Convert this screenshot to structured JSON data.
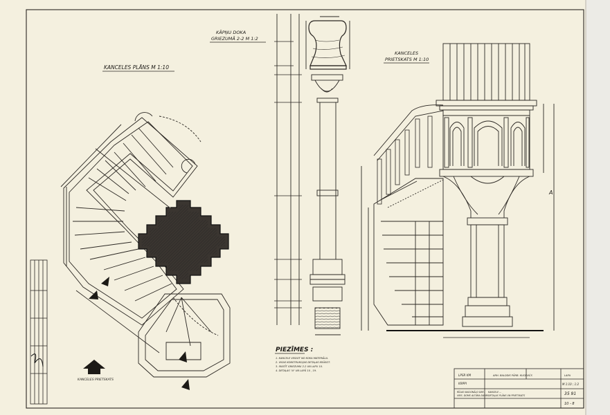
{
  "drawing": {
    "plan_title": "KANCELES PLĀNS  M 1:10",
    "section_title_line1": "KĀPŅU DOKA",
    "section_title_line2": "GRIEZUMĀ 2-2  M 1:2",
    "elevation_title_line1": "KANCELES",
    "elevation_title_line2": "PRIETSKATS  M 1:10",
    "plan_arrow_label": "KANCELES PRIETSKATS",
    "section_marker_A": "A",
    "notes_title": "PIEZĪMES :",
    "notes": [
      "1. KANCELE VEIDOT NO KOKA MATERIĀLA.",
      "2. VISAS KONSTRUKCIJAS DETAĻAS KRĀSOT.",
      "3. SKATĪT GRIEZUMU 2-2 UN LAPU 10.",
      "4. DETAĻAS \"A\" UN LAPĀ 10 , 19."
    ]
  },
  "title_block": {
    "org_line1": "LPSR  KM",
    "org_line2": "KRPPI",
    "col_header": "ARH.  BALODIS  PĀRB.  KUCEVIČS",
    "object_line1": "RĪGAS  NACIONĀLO  DEK.",
    "object_line2": "VIRS. DOMS  ALTĀRA  DARBI",
    "sheet_title_line1": "KANCELE ...",
    "sheet_title_line2": "DETAĻAS  PLĀNS  UN  PRIETSKATS",
    "stage": "LAPA",
    "scale": "M 1:10 ; 1:2",
    "sheet_no": "35 91",
    "index": "10 - 8"
  }
}
